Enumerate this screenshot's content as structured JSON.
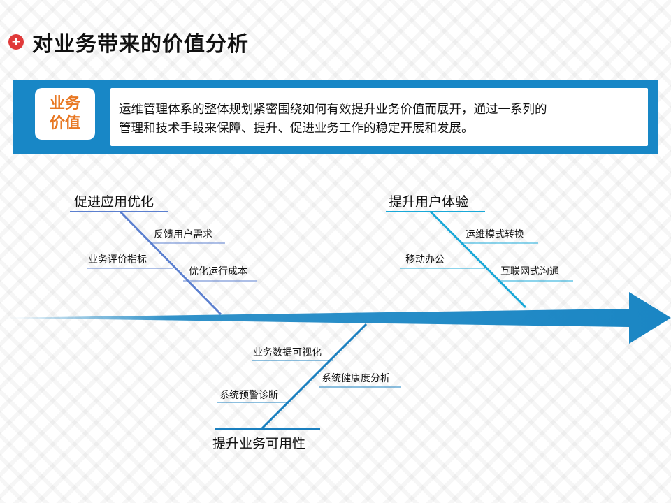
{
  "header": {
    "title": "对业务带来的价值分析",
    "title_icon": "plus-circle-icon",
    "accent_color": "#e03a3a"
  },
  "banner": {
    "badge_line1": "业务",
    "badge_line2": "价值",
    "description_line1": "运维管理体系的整体规划紧密围绕如何有效提升业务价值而展开，通过一系列的",
    "description_line2": "管理和技术手段来保障、提升、促进业务工作的稳定开展和发展。",
    "background_color": "#1887c6",
    "badge_text_color": "#e87722"
  },
  "fishbone": {
    "spine_color": "#1a86c4",
    "branches": {
      "top_left": {
        "label": "促进应用优化",
        "color": "#5b7fcf",
        "items": [
          "反馈用户需求",
          "业务评价指标",
          "优化运行成本"
        ]
      },
      "top_right": {
        "label": "提升用户体验",
        "color": "#18a8d8",
        "items": [
          "运维模式转换",
          "移动办公",
          "互联网式沟通"
        ]
      },
      "bottom": {
        "label": "提升业务可用性",
        "color": "#1a7fbf",
        "items": [
          "业务数据可视化",
          "系统健康度分析",
          "系统预警诊断"
        ]
      }
    }
  }
}
